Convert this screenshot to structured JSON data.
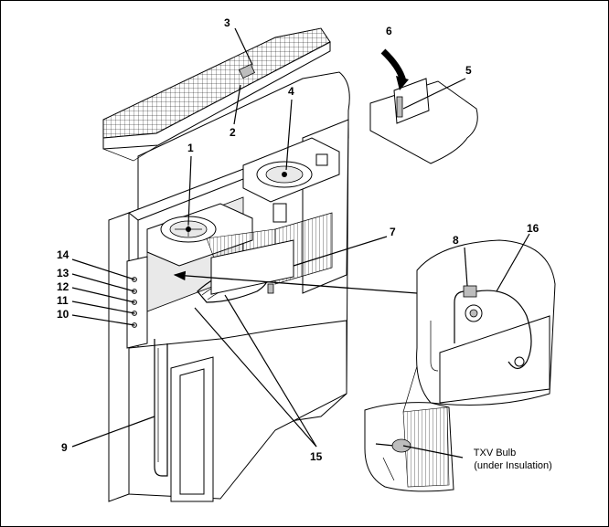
{
  "callouts": [
    "1",
    "2",
    "3",
    "4",
    "5",
    "6",
    "7",
    "8",
    "9",
    "10",
    "11",
    "12",
    "13",
    "14",
    "15",
    "16"
  ],
  "txv_caption": {
    "line1": "TXV Bulb",
    "line2": "(under Insulation)"
  }
}
